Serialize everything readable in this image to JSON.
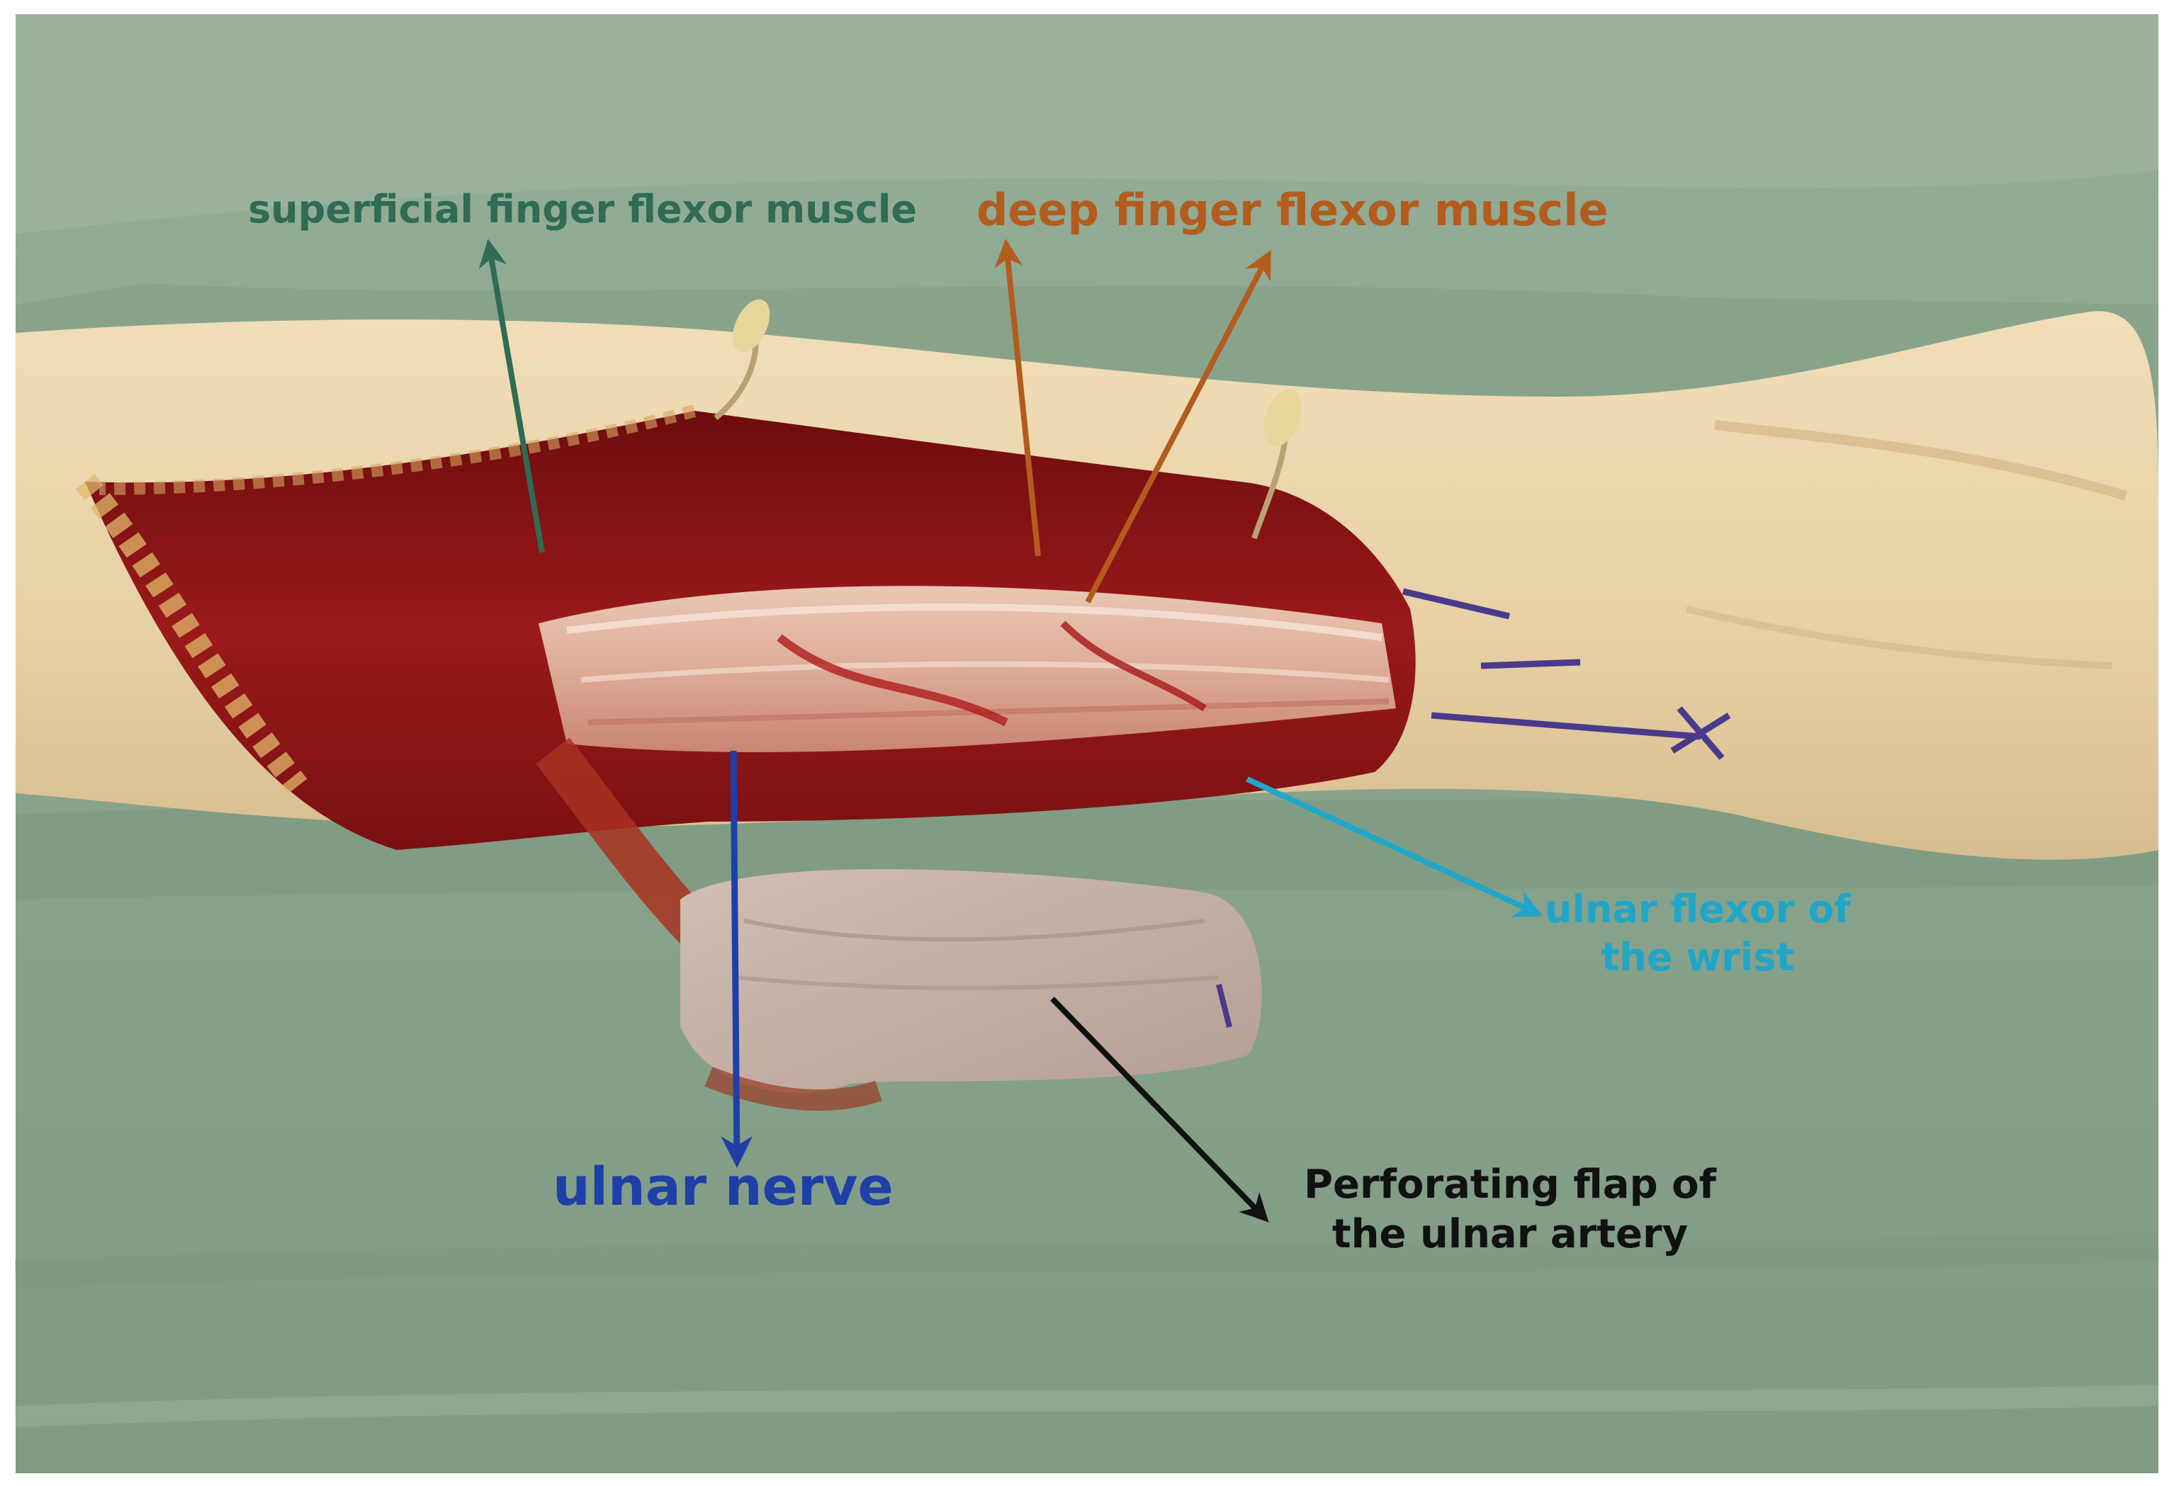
{
  "colors": {
    "drape": "#8aa58e",
    "drape_dark": "#6f8c75",
    "drape_light": "#a3bba4",
    "skin": "#ead6ad",
    "skin_shadow": "#d9bf8f",
    "tissue_red": "#8e1416",
    "tissue_dark": "#5e0b0d",
    "tendon": "#e8c8b4",
    "flap": "#c7b2a8",
    "marker": "#4a3a8c",
    "superficial_label": "#2f6b55",
    "deep_label": "#b35c1e",
    "ulnar_flexor_label": "#1fa6c8",
    "ulnar_nerve_label": "#1f3fa8",
    "flap_label": "#111111"
  },
  "labels": {
    "superficial_finger_flexor": "superficial finger flexor muscle",
    "deep_finger_flexor": "deep finger flexor muscle",
    "ulnar_flexor_line1": "ulnar flexor of",
    "ulnar_flexor_line2": "the wrist",
    "ulnar_nerve": "ulnar nerve",
    "flap_line1": "Perforating flap of",
    "flap_line2": "the ulnar artery"
  }
}
